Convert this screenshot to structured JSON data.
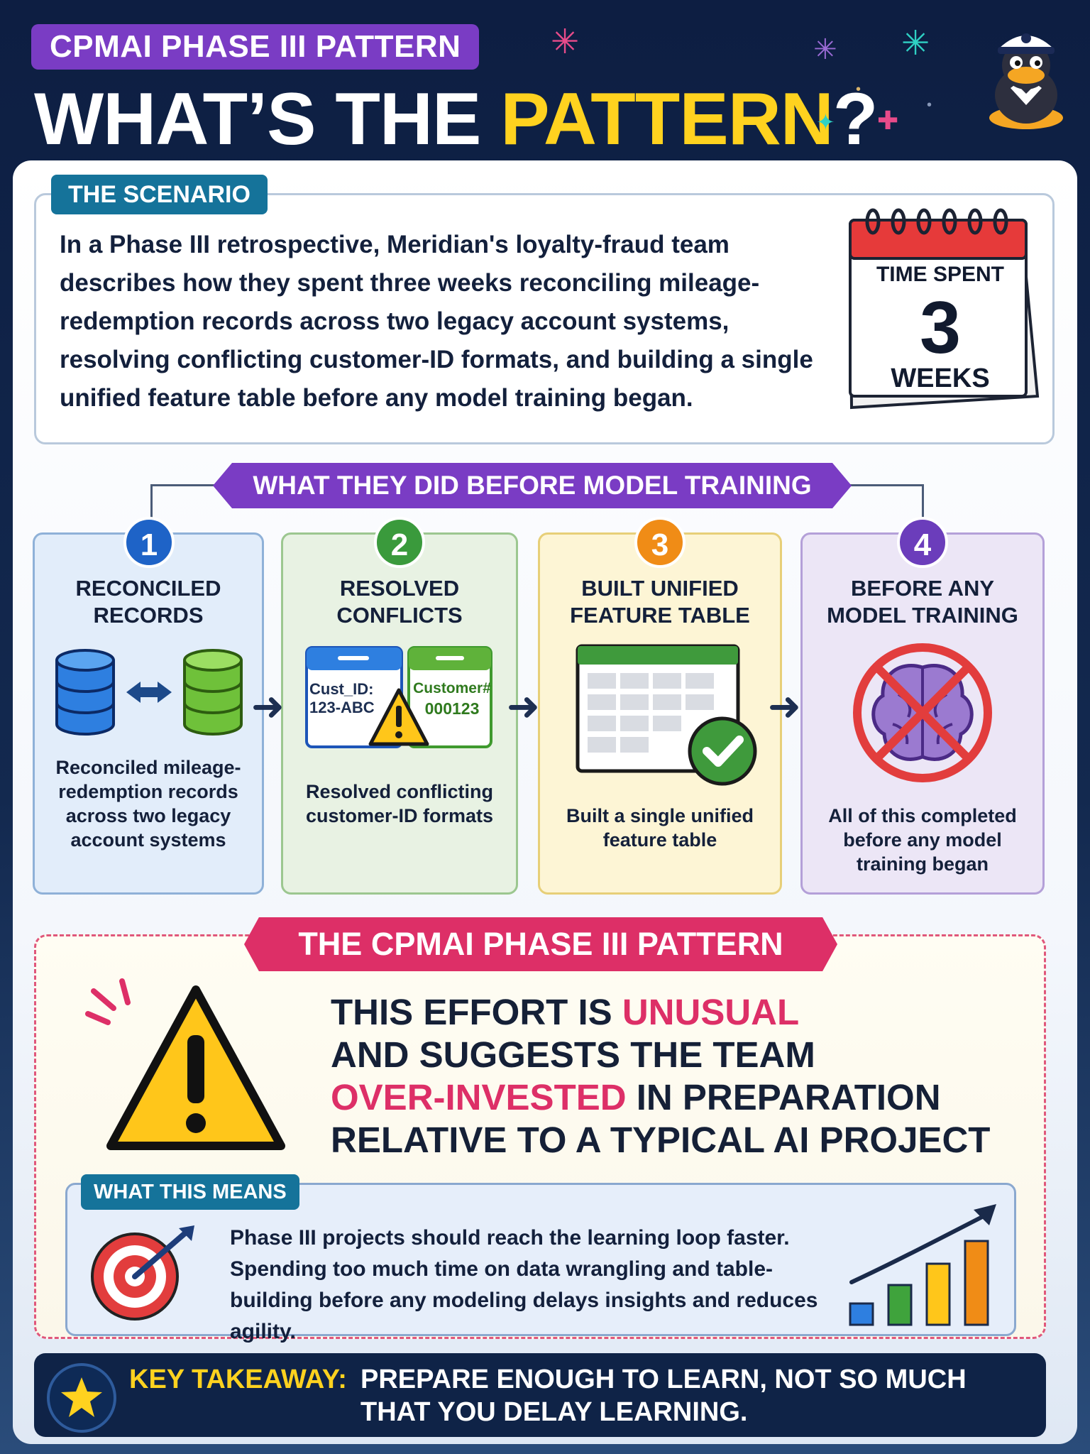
{
  "header": {
    "badge": "CPMAI PHASE III PATTERN",
    "title_part1": "WHAT’S THE ",
    "title_highlight": "PATTERN",
    "title_part2": "?"
  },
  "scenario": {
    "tag": "THE SCENARIO",
    "text": "In a Phase III retrospective, Meridian's loyalty-fraud team describes how they spent three weeks reconciling mileage-redemption records across two legacy account systems, resolving conflicting customer-ID formats, and building a single unified feature table before any model training began.",
    "calendar": {
      "label_top": "TIME SPENT",
      "number": "3",
      "label_bottom": "WEEKS"
    }
  },
  "steps_section": {
    "ribbon": "WHAT THEY DID BEFORE MODEL TRAINING",
    "steps": [
      {
        "number": "1",
        "title": "RECONCILED RECORDS",
        "description": "Reconciled mileage-redemption records across two legacy account systems",
        "icon": "database-sync-icon"
      },
      {
        "number": "2",
        "title": "RESOLVED CONFLICTS",
        "description": "Resolved conflicting customer-ID formats",
        "card_a": "Cust_ID: 123-ABC",
        "card_b_label": "Customer#",
        "card_b_value": "000123",
        "icon": "id-conflict-icon"
      },
      {
        "number": "3",
        "title": "BUILT UNIFIED FEATURE TABLE",
        "description": "Built a single unified feature table",
        "icon": "table-check-icon"
      },
      {
        "number": "4",
        "title": "BEFORE ANY MODEL TRAINING",
        "description": "All of this completed before any model training began",
        "icon": "no-brain-icon"
      }
    ]
  },
  "pattern": {
    "ribbon": "THE CPMAI PHASE III PATTERN",
    "msg_l1_a": "THIS EFFORT IS ",
    "msg_l1_b": "UNUSUAL",
    "msg_l2": "AND SUGGESTS THE TEAM",
    "msg_l3_a": "OVER-INVESTED",
    "msg_l3_b": " IN PREPARATION",
    "msg_l4": "RELATIVE TO A TYPICAL AI PROJECT",
    "means_tag": "WHAT THIS MEANS",
    "means_text": "Phase III projects should reach the learning loop faster. Spending too much time on data wrangling and table-building before any modeling delays insights and reduces agility."
  },
  "takeaway": {
    "label": "KEY TAKEAWAY:",
    "text": "PREPARE ENOUGH TO LEARN, NOT SO MUCH THAT YOU DELAY LEARNING."
  },
  "colors": {
    "background": "#13294f",
    "accent_yellow": "#ffd21f",
    "purple": "#7a3cc4",
    "teal": "#15739a",
    "pink": "#dd2f67",
    "step1": "#1e63c7",
    "step2": "#3a9a3c",
    "step3": "#f08c16",
    "step4": "#6b3dbb"
  }
}
